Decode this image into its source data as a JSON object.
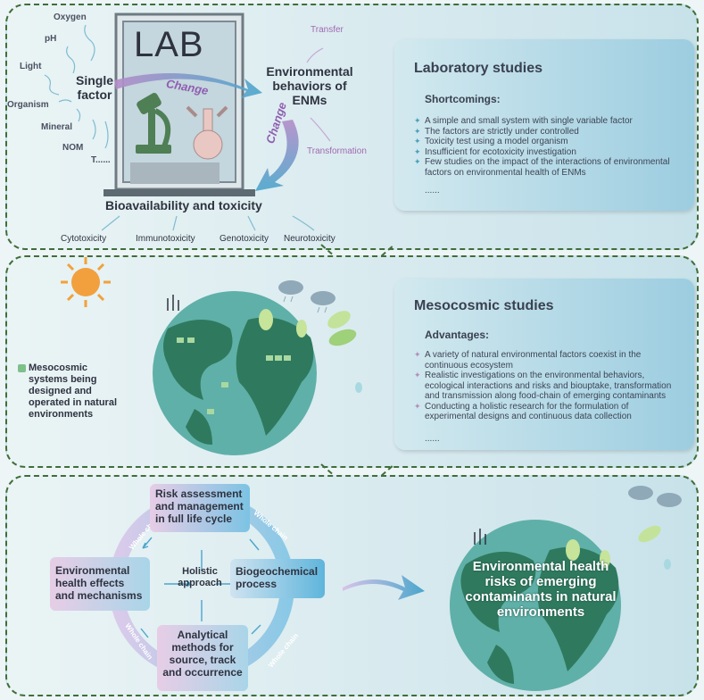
{
  "lab": {
    "lab_label": "LAB",
    "single_factor": "Single factor",
    "factors": [
      "Oxygen",
      "pH",
      "Light",
      "Organism",
      "Mineral",
      "NOM",
      "T......"
    ],
    "change_1": "Change",
    "change_2": "Change",
    "env_behaviors": "Environmental behaviors of ENMs",
    "transfer": "Transfer",
    "transformation": "Transformation",
    "bioavailability": "Bioavailability and toxicity",
    "toxicities": [
      "Cytotoxicity",
      "Immunotoxicity",
      "Genotoxicity",
      "Neurotoxicity"
    ]
  },
  "lab_card": {
    "title": "Laboratory studies",
    "subtitle": "Shortcomings:",
    "items": [
      "A simple and small system with single variable factor",
      "The factors are strictly under controlled",
      "Toxicity test using a model organism",
      "Insufficient for ecotoxicity investigation",
      "Few studies on the impact of the interactions of environmental factors on environmental health of ENMs"
    ],
    "ellipsis": "......"
  },
  "meso": {
    "legend_text": "Mesocosmic systems being designed and operated in natural environments"
  },
  "meso_card": {
    "title": "Mesocosmic studies",
    "subtitle": "Advantages:",
    "items": [
      "A variety of natural environmental factors coexist in the continuous ecosystem",
      "Realistic investigations on the environmental behaviors, ecological interactions and risks and biouptake, transformation and transmission along food-chain of emerging contaminants",
      "Conducting a holistic research for the formulation of experimental designs and continuous data collection"
    ],
    "ellipsis": "......"
  },
  "cycle": {
    "risk": "Risk assessment and management in full life cycle",
    "env_health": "Environmental health effects and mechanisms",
    "biogeo": "Biogeochemical process",
    "analytical": "Analytical methods for source, track and occurrence",
    "center": "Holistic approach",
    "whole_chain": "Whole chain"
  },
  "globe_text": "Environmental health risks of emerging contaminants in natural environments",
  "colors": {
    "border": "#3f6e3a",
    "card": "#9ccde0",
    "purple_arrow": "#b48cc8",
    "blue_arrow": "#4aa6cc",
    "ocean": "#5fb0a8",
    "land": "#2f7a5e"
  }
}
